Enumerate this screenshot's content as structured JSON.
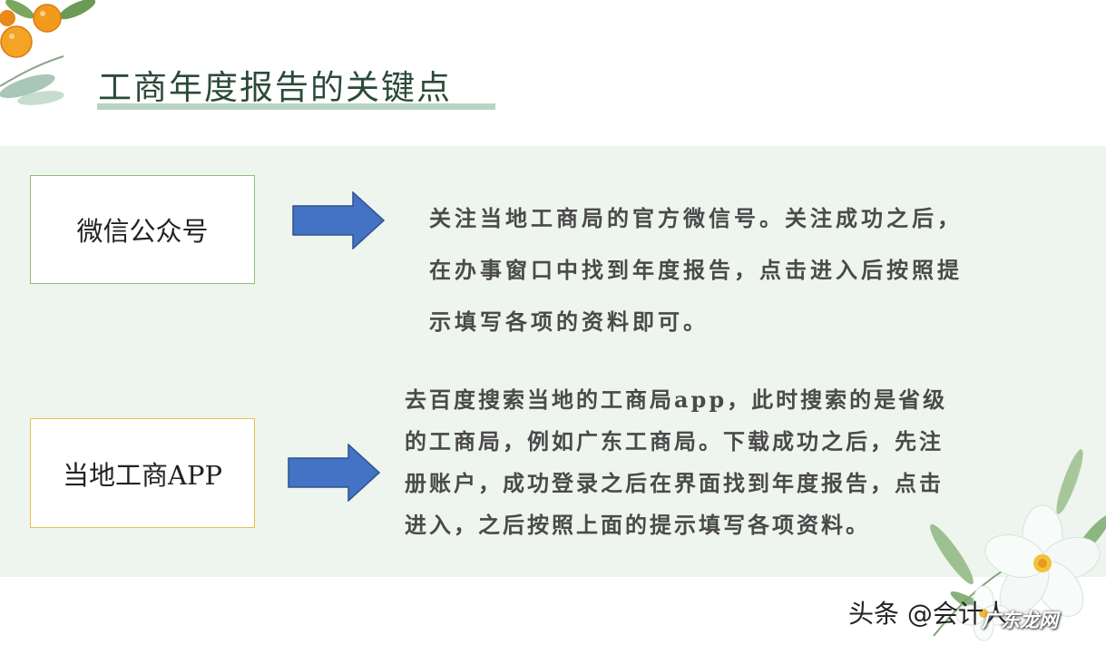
{
  "title": "工商年度报告的关键点",
  "items": [
    {
      "label": "微信公众号",
      "description": "关注当地工商局的官方微信号。关注成功之后，在办事窗口中找到年度报告，点击进入后按照提示填写各项的资料即可。"
    },
    {
      "label": "当地工商APP",
      "description": "去百度搜索当地的工商局app，此时搜索的是省级的工商局，例如广东工商局。下载成功之后，先注册账户，成功登录之后在界面找到年度报告，点击进入，之后按照上面的提示填写各项资料。"
    }
  ],
  "watermark": "头条 @会计人",
  "watermark_overlay": "广东龙网",
  "colors": {
    "arrow": "#4472c4",
    "band": "#eef4ee",
    "box1_border": "#8fbf6f",
    "box2_border": "#e7c24a",
    "title_underline": "#b9d3c4"
  },
  "icons": [
    "orange-branch-decoration",
    "blue-arrow-icon",
    "white-flower-decoration"
  ]
}
